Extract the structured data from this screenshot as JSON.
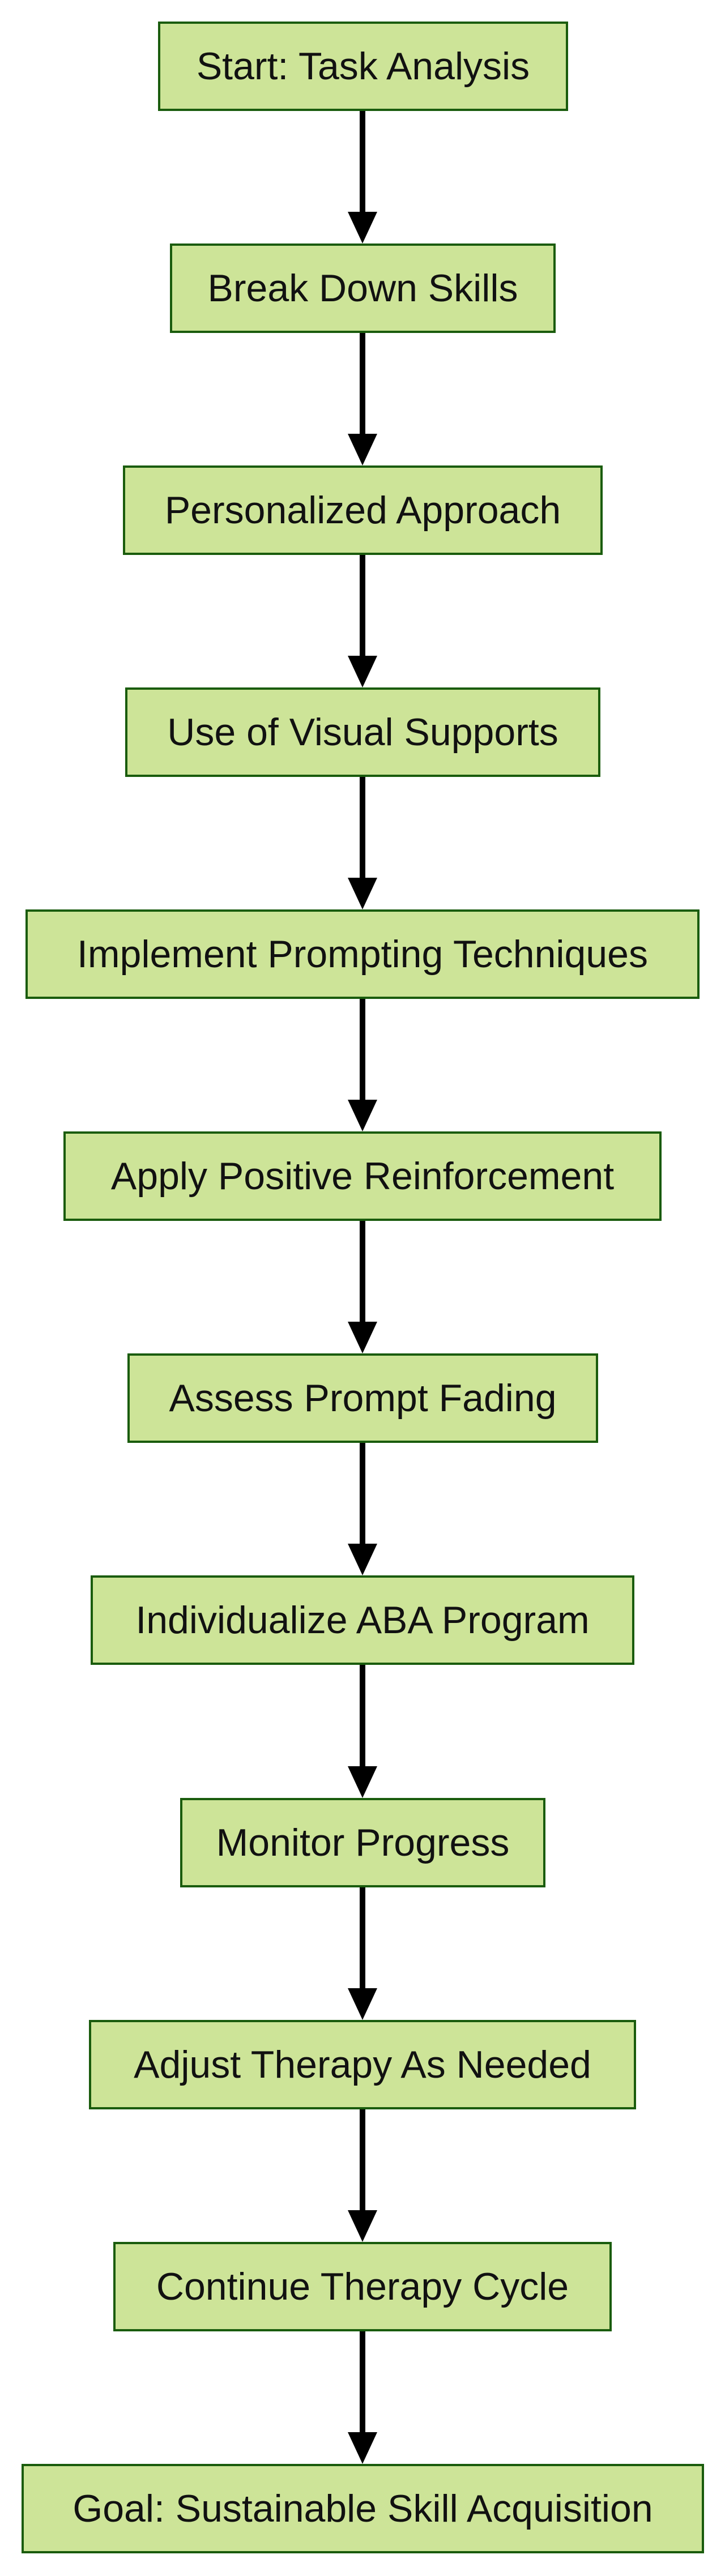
{
  "colors": {
    "node_fill": "#cde498",
    "node_border": "#1a5c0d",
    "arrow": "#000000",
    "text": "#111111"
  },
  "steps": [
    {
      "label": "Start: Task Analysis"
    },
    {
      "label": "Break Down Skills"
    },
    {
      "label": "Personalized Approach"
    },
    {
      "label": "Use of Visual Supports"
    },
    {
      "label": "Implement Prompting Techniques"
    },
    {
      "label": "Apply Positive Reinforcement"
    },
    {
      "label": "Assess Prompt Fading"
    },
    {
      "label": "Individualize ABA Program"
    },
    {
      "label": "Monitor Progress"
    },
    {
      "label": "Adjust Therapy As Needed"
    },
    {
      "label": "Continue Therapy Cycle"
    },
    {
      "label": "Goal: Sustainable Skill Acquisition"
    }
  ]
}
